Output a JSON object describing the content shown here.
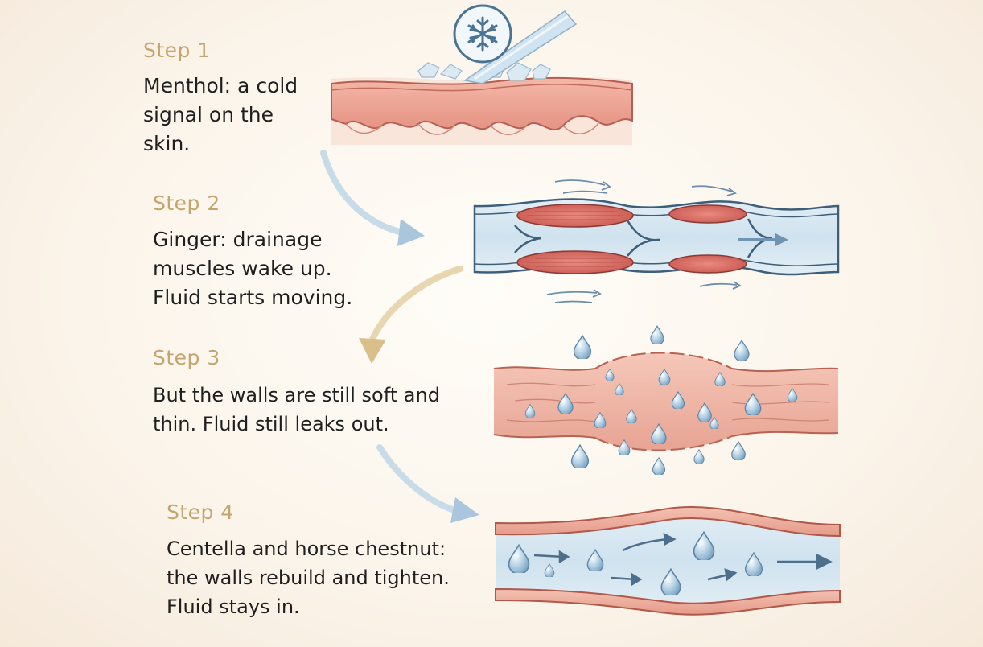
{
  "steps": [
    {
      "label": "Step 1",
      "lines": [
        "Menthol: a cold",
        "signal on the",
        "skin."
      ]
    },
    {
      "label": "Step 2",
      "lines": [
        "Ginger: drainage",
        "muscles wake up.",
        "Fluid starts moving."
      ]
    },
    {
      "label": "Step 3",
      "lines": [
        "But the walls are still soft and",
        "thin. Fluid still leaks out."
      ]
    },
    {
      "label": "Step 4",
      "lines": [
        "Centella and horse chestnut:",
        "the walls rebuild and tighten.",
        "Fluid stays in."
      ]
    }
  ],
  "icons": {
    "cold": "snowflake-icon"
  },
  "colors": {
    "step_label": "#c4a56c",
    "text": "#1f1f1f",
    "skin": "#e9a294",
    "muscle": "#d76a62",
    "vessel_fluid": "#d6e7f0",
    "vessel_outline": "#3e5f79",
    "droplet": "#8fb6d2",
    "arrow_blue": "#9ebfd8",
    "arrow_gold": "#d9bf8a"
  }
}
